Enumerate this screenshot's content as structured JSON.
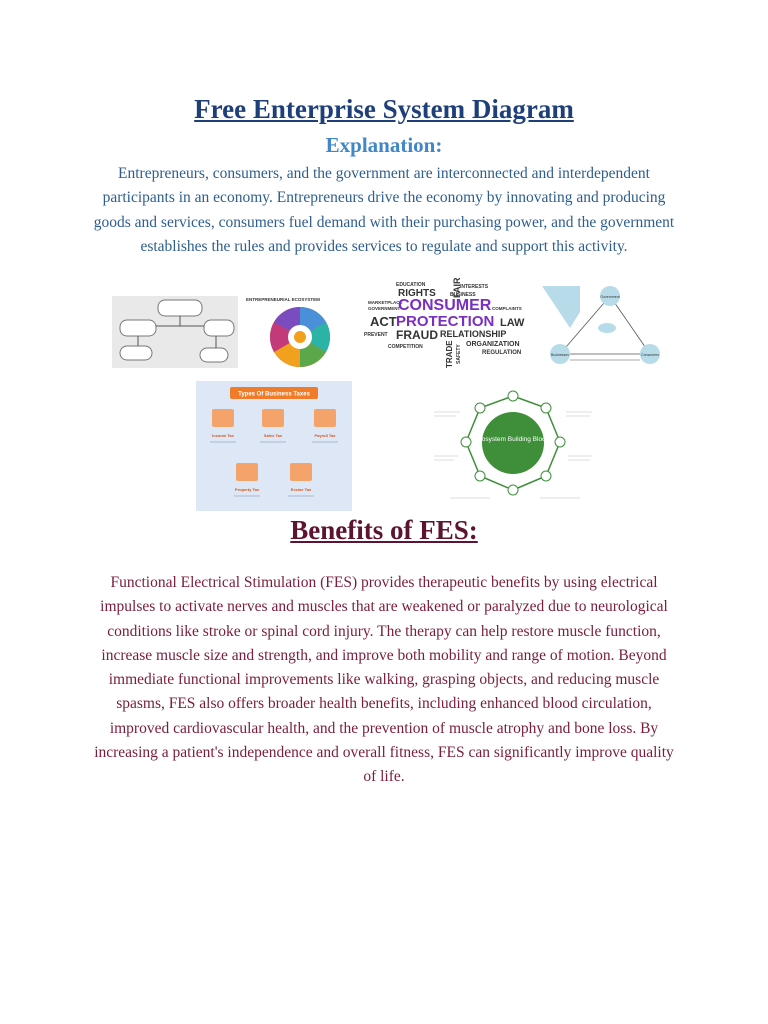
{
  "header": {
    "title": "Free Enterprise System Diagram",
    "subtitle": "Explanation:",
    "explanation": "Entrepreneurs, consumers, and the government are interconnected and interdependent participants in an economy. Entrepreneurs drive the economy by innovating and producing goods and services, consumers fuel demand with their purchasing power, and the government establishes the rules and provides services to regulate and support this activity."
  },
  "images": {
    "entrepreneurial_ecosystem_caption": "ENTREPRENEURIAL ECOSYSTEM",
    "word_cloud": [
      "CONSUMER",
      "PROTECTION",
      "RIGHTS",
      "ACT",
      "LAW",
      "FRAUD",
      "RELATIONSHIP",
      "TRADE",
      "FAIR",
      "EDUCATION",
      "INTERESTS",
      "BUSINESS",
      "GOVERNMENT",
      "MARKETPLACE",
      "PREVENT",
      "COMPETITION",
      "SAFETY",
      "ORGANIZATION",
      "REGULATION",
      "COMPLAINTS"
    ],
    "triangle_labels": [
      "Government",
      "Businesses",
      "Consumers"
    ],
    "taxes_title": "Types Of Business Taxes",
    "taxes_items": [
      "Income Tax",
      "Sales Tax",
      "Payroll Tax",
      "Property Tax",
      "Excise Tax"
    ],
    "ecosystem_center": "Ecosystem Building Blocks"
  },
  "benefits": {
    "heading": "Benefits of FES:",
    "text": "Functional Electrical Stimulation (FES) provides therapeutic benefits by using electrical impulses to activate nerves and muscles that are weakened or paralyzed due to neurological conditions like stroke or spinal cord injury. The therapy can help restore muscle function, increase muscle size and strength, and improve both mobility and range of motion. Beyond immediate functional improvements like walking, grasping objects, and reducing muscle spasms, FES also offers broader health benefits, including enhanced blood circulation, improved cardiovascular health, and the prevention of muscle atrophy and bone loss. By increasing a patient's independence and overall fitness, FES can significantly improve quality of life."
  },
  "colors": {
    "title": "#1f3f7a",
    "subtitle": "#3f87c8",
    "explanation_text": "#2e5e8e",
    "benefits_heading": "#5c1431",
    "benefits_text": "#7a1c3c",
    "consumer_purple": "#7b2fbf",
    "ecosystem_green": "#3f8f3a"
  }
}
